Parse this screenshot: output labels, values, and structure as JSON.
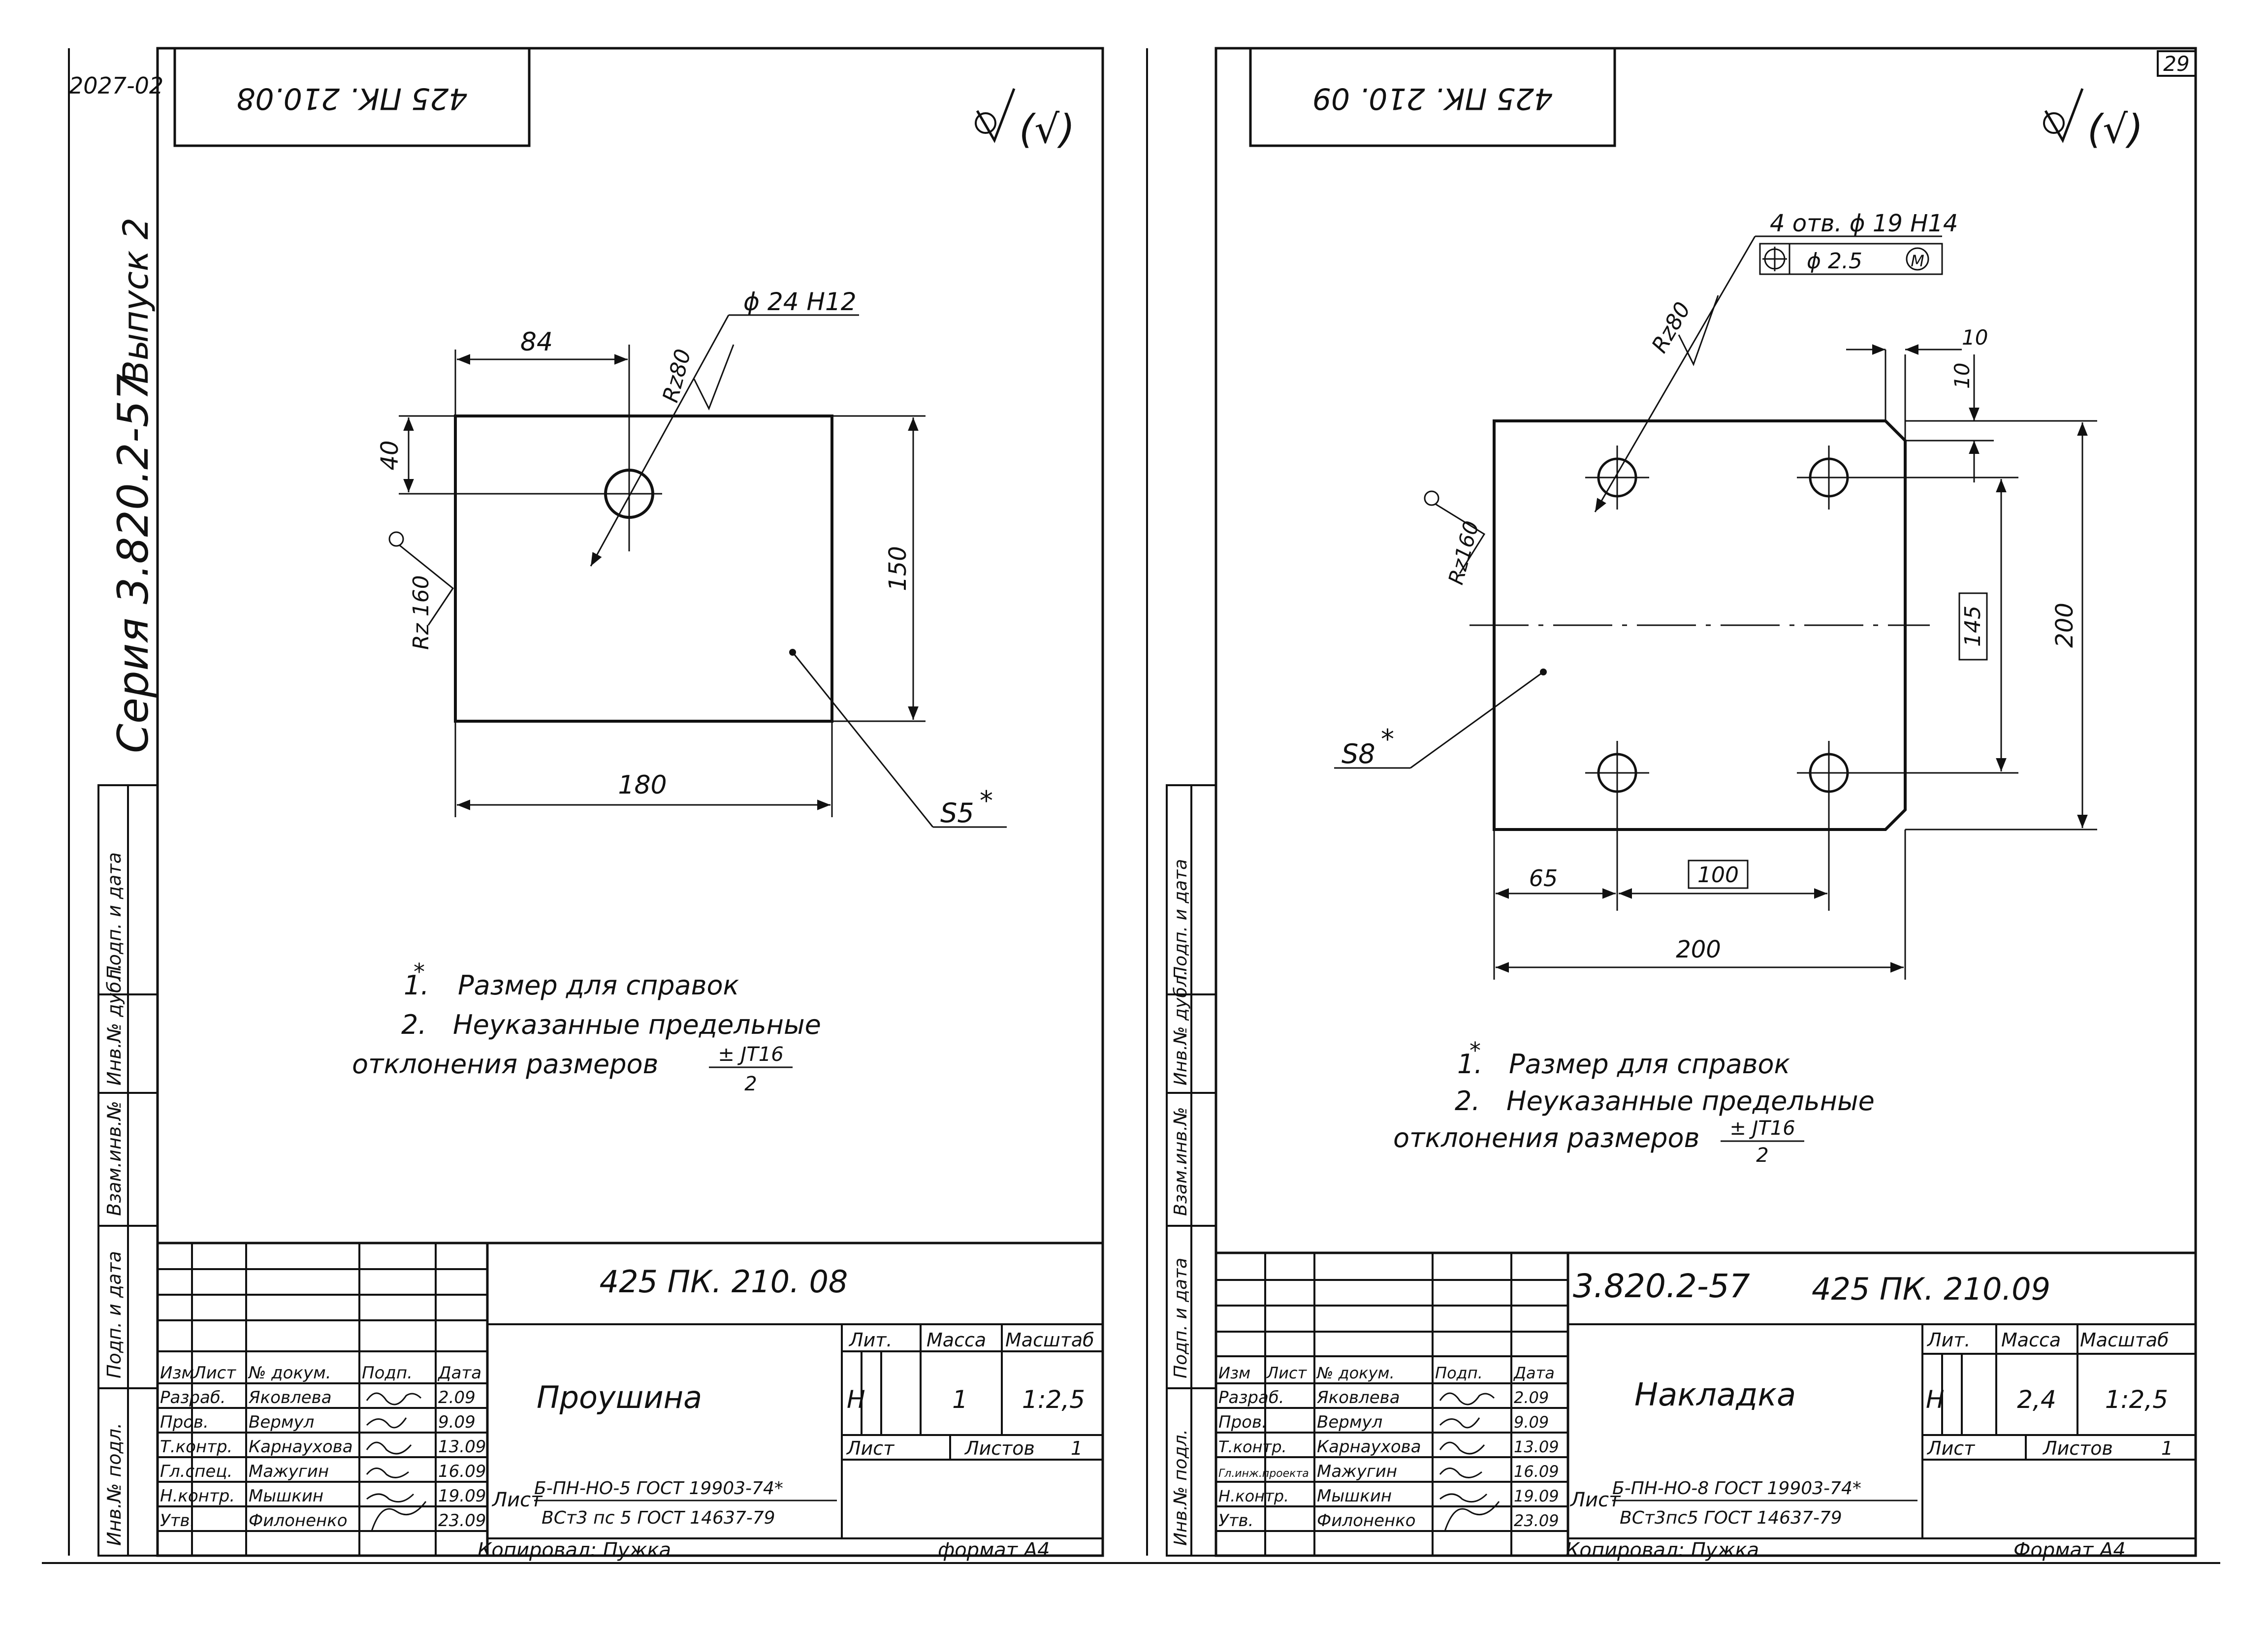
{
  "page_number": "29",
  "archive_number": "2027-02",
  "side": {
    "series": "Серия 3.820.2-57",
    "issue": "Выпуск 2",
    "columns": [
      "Подп. и дата",
      "Инв.№ дубл.",
      "Взам.инв.№",
      "Подп. и дата",
      "Инв.№ подл."
    ]
  },
  "roughness_symbol": "(√)",
  "sheets": [
    {
      "code_mirrored": "425 ПК. 210.08",
      "part_name": "Проушина",
      "drawing": {
        "hole": "ϕ 24 H12",
        "rz_hole": "Rz80",
        "rz_edge": "Rz 160",
        "dim_84": "84",
        "dim_40": "40",
        "dim_150": "150",
        "dim_180": "180",
        "thickness": "S5",
        "asterisk": "*"
      },
      "notes": {
        "n1_mark": "1.",
        "n1": "Размер для справок",
        "n2_mark": "2.",
        "n2": "Неуказанные предельные",
        "n3": "отклонения размеров",
        "tol_num": "± JT16",
        "tol_den": "2"
      },
      "title_block": {
        "code": "425 ПК. 210. 08",
        "series": "",
        "headers": {
          "izm": "Изм",
          "list": "Лист",
          "doc": "№ докум.",
          "sign": "Подп.",
          "date": "Дата",
          "lit": "Лит.",
          "mass": "Масса",
          "scale": "Масштаб",
          "sheet": "Лист",
          "sheets": "Листов"
        },
        "lit_value": "Н",
        "mass_value": "1",
        "scale_value": "1:2,5",
        "sheets_value": "1",
        "material_prefix": "Лист",
        "material_top": "Б-ПН-НО-5 ГОСТ 19903-74*",
        "material_bottom": "ВСт3 пс 5 ГОСТ 14637-79",
        "copied": "Копировал: Пужка",
        "format": "формат А4",
        "roles": [
          {
            "role": "Разраб.",
            "name": "Яковлева",
            "date": "2.09"
          },
          {
            "role": "Пров.",
            "name": "Вермул",
            "date": "9.09"
          },
          {
            "role": "Т.контр.",
            "name": "Карнаухова",
            "date": "13.09"
          },
          {
            "role": "Гл.спец.",
            "name": "Мажугин",
            "date": "16.09"
          },
          {
            "role": "Н.контр.",
            "name": "Мышкин",
            "date": "19.09"
          },
          {
            "role": "Утв.",
            "name": "Филоненко",
            "date": "23.09"
          }
        ]
      }
    },
    {
      "code_mirrored": "425 ПК. 210. 09",
      "part_name": "Накладка",
      "drawing": {
        "holes_label": "4 отв. ϕ 19 H14",
        "position_tol": "ϕ 2.5",
        "position_mod": "M",
        "rz_hole": "Rz80",
        "rz_edge": "Rz160",
        "chamfer_h": "10",
        "chamfer_v": "10",
        "dim_145": "145",
        "dim_200_v": "200",
        "dim_65": "65",
        "dim_100": "100",
        "dim_200_h": "200",
        "thickness": "S8",
        "asterisk": "*"
      },
      "notes": {
        "n1_mark": "1.",
        "n1": "Размер для справок",
        "n2_mark": "2.",
        "n2": "Неуказанные предельные",
        "n3": "отклонения размеров",
        "tol_num": "± JT16",
        "tol_den": "2"
      },
      "title_block": {
        "code": "425 ПК. 210.09",
        "series": "3.820.2-57",
        "headers": {
          "izm": "Изм",
          "list": "Лист",
          "doc": "№ докум.",
          "sign": "Подп.",
          "date": "Дата",
          "lit": "Лит.",
          "mass": "Масса",
          "scale": "Масштаб",
          "sheet": "Лист",
          "sheets": "Листов"
        },
        "lit_value": "Н",
        "mass_value": "2,4",
        "scale_value": "1:2,5",
        "sheets_value": "1",
        "material_prefix": "Лист",
        "material_top": "Б-ПН-НО-8 ГОСТ 19903-74*",
        "material_bottom": "ВСт3пс5 ГОСТ 14637-79",
        "copied": "Копировал: Пужка",
        "format": "Формат А4",
        "roles": [
          {
            "role": "Разраб.",
            "name": "Яковлева",
            "date": "2.09"
          },
          {
            "role": "Пров.",
            "name": "Вермул",
            "date": "9.09"
          },
          {
            "role": "Т.контр.",
            "name": "Карнаухова",
            "date": "13.09"
          },
          {
            "role": "Гл.инж.проекта",
            "name": "Мажугин",
            "date": "16.09"
          },
          {
            "role": "Н.контр.",
            "name": "Мышкин",
            "date": "19.09"
          },
          {
            "role": "Утв.",
            "name": "Филоненко",
            "date": "23.09"
          }
        ]
      }
    }
  ]
}
